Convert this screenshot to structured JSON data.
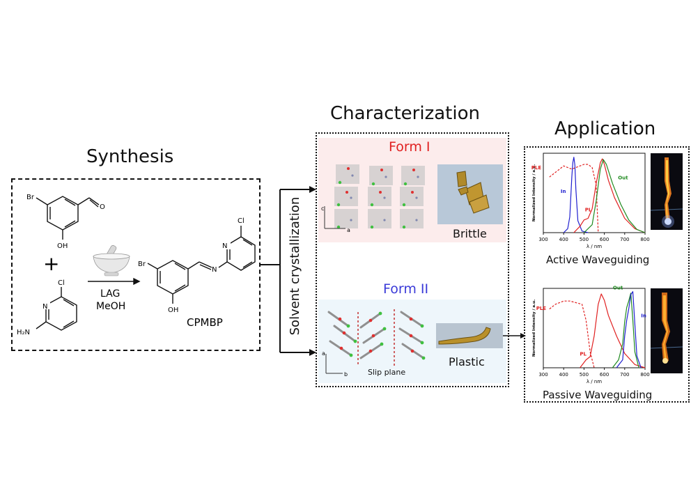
{
  "titles": {
    "synthesis": "Synthesis",
    "characterization": "Characterization",
    "application": "Application"
  },
  "synthesis": {
    "plus": "+",
    "reagent1": {
      "br": "Br",
      "oh": "OH",
      "o": "O"
    },
    "reagent2": {
      "cl": "Cl",
      "n": "N",
      "h2n": "H₂N"
    },
    "conditions": [
      "LAG",
      "MeOH"
    ],
    "product": {
      "br": "Br",
      "oh": "OH",
      "n1": "N",
      "n2": "N",
      "cl": "Cl",
      "name": "CPMBP"
    }
  },
  "process": {
    "label": "Solvent crystallization"
  },
  "characterization": {
    "form1": {
      "title": "Form I",
      "property": "Brittle",
      "axis_c": "c",
      "axis_a": "a",
      "color": "#e02020"
    },
    "form2": {
      "title": "Form II",
      "property": "Plastic",
      "slip": "Slip plane",
      "axis_a": "a",
      "axis_b": "b",
      "color": "#3a3ad8"
    }
  },
  "application": {
    "active": {
      "caption": "Active Waveguiding"
    },
    "passive": {
      "caption": "Passive Waveguiding"
    }
  },
  "chart_data": [
    {
      "type": "line",
      "title": "",
      "xlabel": "λ / nm",
      "ylabel": "Normalized Intensity / a.u.",
      "xlim": [
        300,
        800
      ],
      "xticks": [
        "300",
        "400",
        "500",
        "600",
        "700",
        "800"
      ],
      "series": [
        {
          "name": "PLE",
          "style": "dashed",
          "color": "#e02020",
          "x": [
            330,
            350,
            380,
            400,
            420,
            440,
            460,
            480,
            500,
            520,
            540,
            560,
            570
          ],
          "y": [
            0.7,
            0.74,
            0.8,
            0.84,
            0.82,
            0.8,
            0.82,
            0.84,
            0.86,
            0.86,
            0.82,
            0.6,
            0.0
          ]
        },
        {
          "name": "In",
          "color": "#2020d0",
          "x": [
            400,
            420,
            430,
            440,
            445,
            450,
            455,
            460,
            470,
            490,
            520
          ],
          "y": [
            0.0,
            0.05,
            0.2,
            0.7,
            0.88,
            0.95,
            0.85,
            0.55,
            0.15,
            0.02,
            0.0
          ]
        },
        {
          "name": "PL",
          "color": "#e02020",
          "x": [
            450,
            480,
            500,
            520,
            540,
            560,
            580,
            590,
            600,
            620,
            650,
            700,
            750,
            800
          ],
          "y": [
            0.0,
            0.08,
            0.16,
            0.18,
            0.3,
            0.62,
            0.88,
            0.93,
            0.86,
            0.66,
            0.44,
            0.18,
            0.05,
            0.0
          ]
        },
        {
          "name": "Out",
          "color": "#1f8a1f",
          "x": [
            500,
            540,
            560,
            580,
            595,
            610,
            640,
            680,
            720,
            760,
            800
          ],
          "y": [
            0.0,
            0.1,
            0.4,
            0.8,
            0.92,
            0.86,
            0.62,
            0.36,
            0.16,
            0.04,
            0.0
          ]
        }
      ]
    },
    {
      "type": "line",
      "title": "",
      "xlabel": "λ / nm",
      "ylabel": "Normalized Intensity / a.u.",
      "xlim": [
        300,
        800
      ],
      "xticks": [
        "300",
        "400",
        "500",
        "600",
        "700",
        "800"
      ],
      "series": [
        {
          "name": "PLE",
          "style": "dashed",
          "color": "#e02020",
          "x": [
            330,
            360,
            400,
            430,
            460,
            490,
            510,
            530,
            550
          ],
          "y": [
            0.74,
            0.8,
            0.84,
            0.84,
            0.82,
            0.8,
            0.6,
            0.2,
            0.0
          ]
        },
        {
          "name": "PL",
          "color": "#e02020",
          "x": [
            480,
            510,
            530,
            550,
            570,
            585,
            600,
            620,
            660,
            700,
            750,
            800
          ],
          "y": [
            0.0,
            0.1,
            0.14,
            0.4,
            0.8,
            0.93,
            0.85,
            0.66,
            0.4,
            0.18,
            0.04,
            0.0
          ]
        },
        {
          "name": "Out",
          "color": "#1f8a1f",
          "x": [
            640,
            670,
            690,
            700,
            710,
            720,
            730,
            740,
            750,
            770
          ],
          "y": [
            0.0,
            0.1,
            0.3,
            0.58,
            0.76,
            0.84,
            0.94,
            0.6,
            0.2,
            0.0
          ]
        },
        {
          "name": "In",
          "color": "#2020d0",
          "x": [
            660,
            690,
            700,
            710,
            720,
            730,
            740,
            750,
            760,
            780
          ],
          "y": [
            0.0,
            0.1,
            0.4,
            0.6,
            0.74,
            0.92,
            0.96,
            0.55,
            0.15,
            0.0
          ]
        }
      ]
    }
  ]
}
